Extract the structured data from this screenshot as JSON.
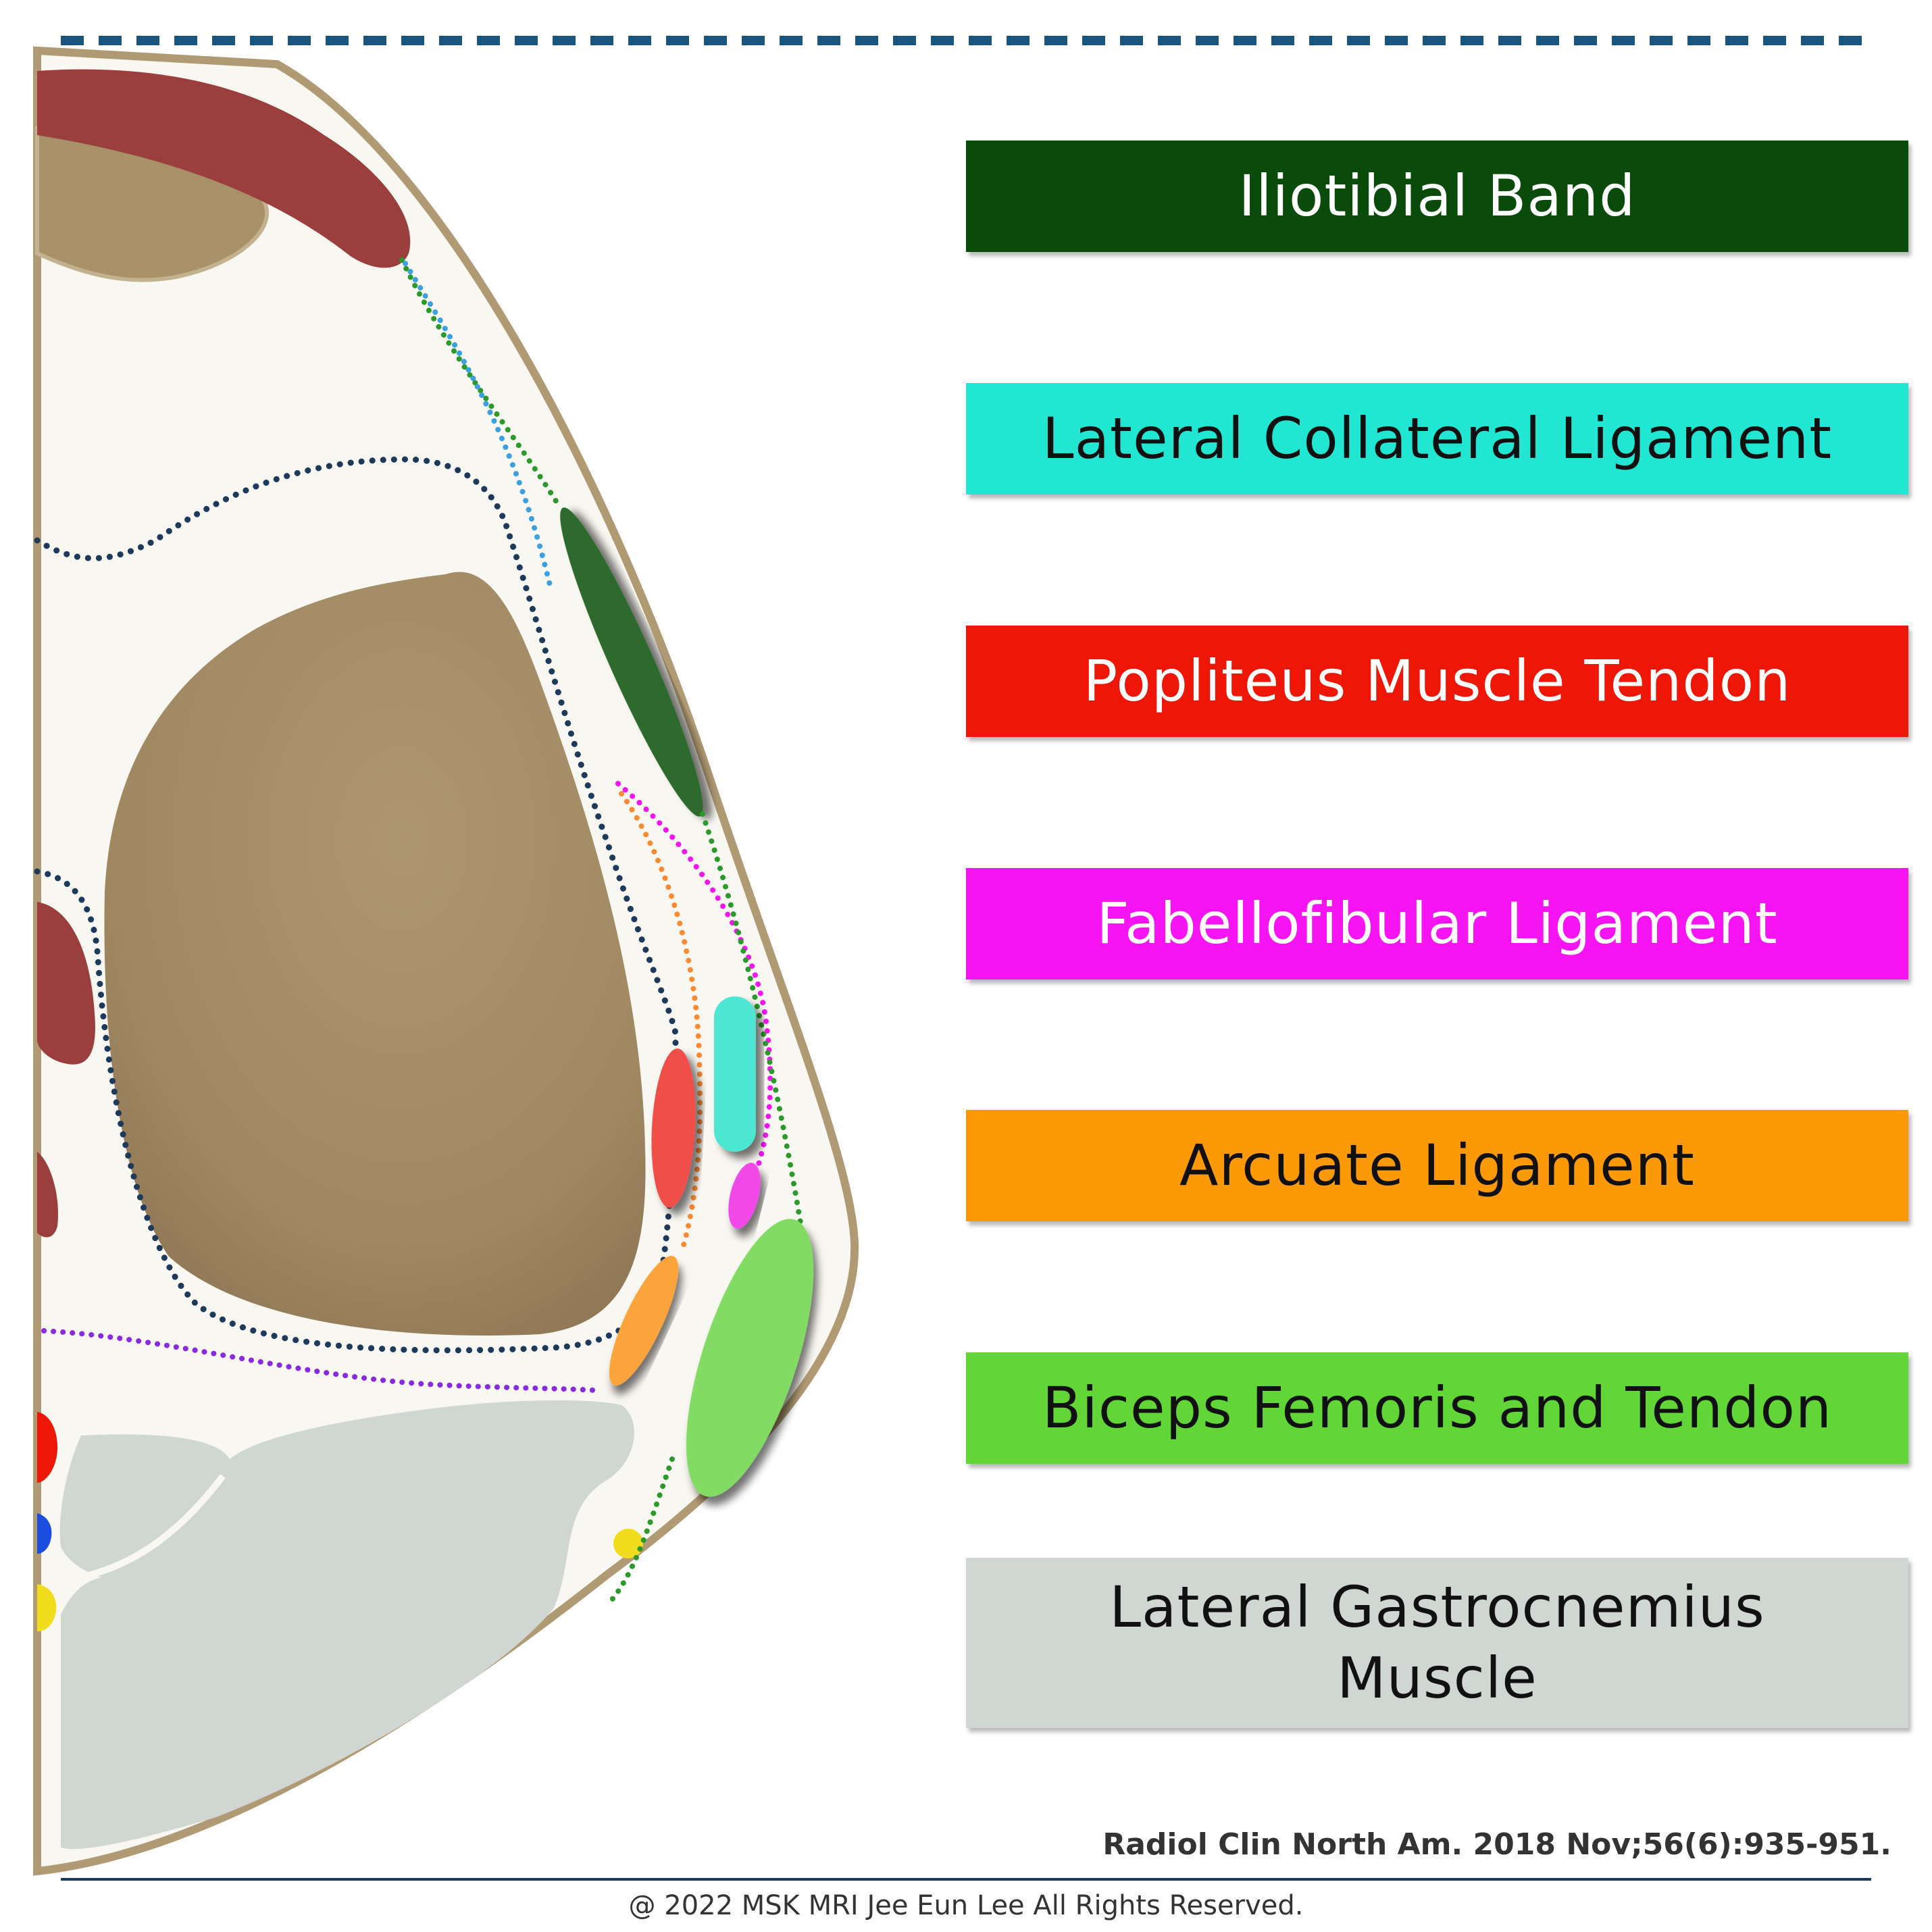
{
  "legend": [
    {
      "label": "Iliotibial Band",
      "color": "#0a4a0a",
      "text_color": "#ffffff"
    },
    {
      "label": "Lateral Collateral Ligament",
      "color": "#20e6d2",
      "text_color": "#111111"
    },
    {
      "label": "Popliteus Muscle Tendon",
      "color": "#ee1606",
      "text_color": "#ffffff"
    },
    {
      "label": "Fabellofibular Ligament",
      "color": "#f615f2",
      "text_color": "#ffffff"
    },
    {
      "label": "Arcuate Ligament",
      "color": "#fb9a06",
      "text_color": "#111111"
    },
    {
      "label": "Biceps Femoris and Tendon",
      "color": "#62d637",
      "text_color": "#111111"
    },
    {
      "label": "Lateral Gastrocnemius Muscle",
      "color": "#d0d6d2",
      "text_color": "#111111"
    }
  ],
  "citation": "Radiol Clin North Am. 2018 Nov;56(6):935-951.",
  "copyright": "@ 2022 MSK MRI Jee Eun Lee All Rights Reserved.",
  "colors": {
    "skin_outline": "#b09a74",
    "soft_tissue": "#f9f7f1",
    "bone": "#a89068",
    "muscle_red": "#9a3f3d",
    "capsule_dots": "#1e3a5a",
    "top_dashes": "#1a5580",
    "gastrocnemius": "#d0d6d2"
  }
}
